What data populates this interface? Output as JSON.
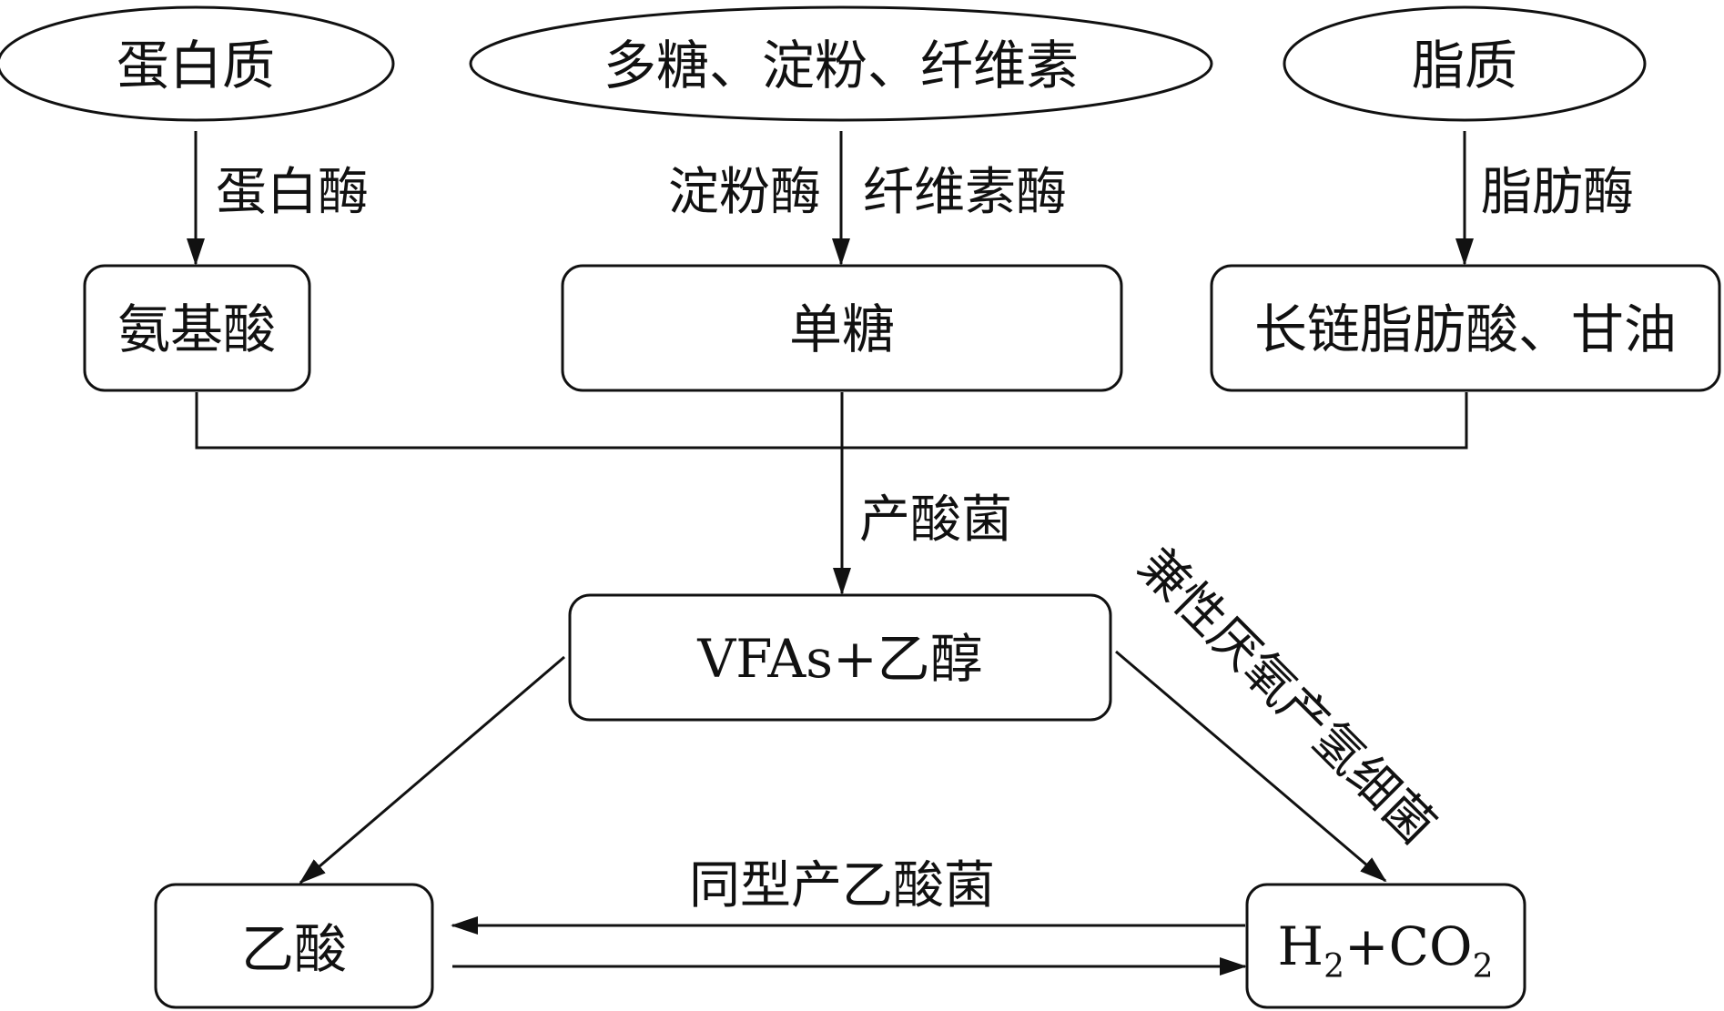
{
  "nodes": {
    "protein": "蛋白质",
    "polysaccharide": "多糖、淀粉、纤维素",
    "lipid": "脂质",
    "amino_acid": "氨基酸",
    "monosaccharide": "单糖",
    "fatty_acid": "长链脂肪酸、甘油",
    "vfa_ethanol": "VFAs+乙醇",
    "acetic_acid": "乙酸",
    "h2_co2": {
      "h": "H",
      "sub1": "2",
      "co": "+CO",
      "sub2": "2"
    }
  },
  "edges": {
    "protease": "蛋白酶",
    "amylase": "淀粉酶",
    "cellulase": "纤维素酶",
    "lipase": "脂肪酶",
    "acidogen": "产酸菌",
    "facultative_hydrogen_bacteria": "兼性厌氧产氢细菌",
    "homoacetogen": "同型产乙酸菌"
  }
}
